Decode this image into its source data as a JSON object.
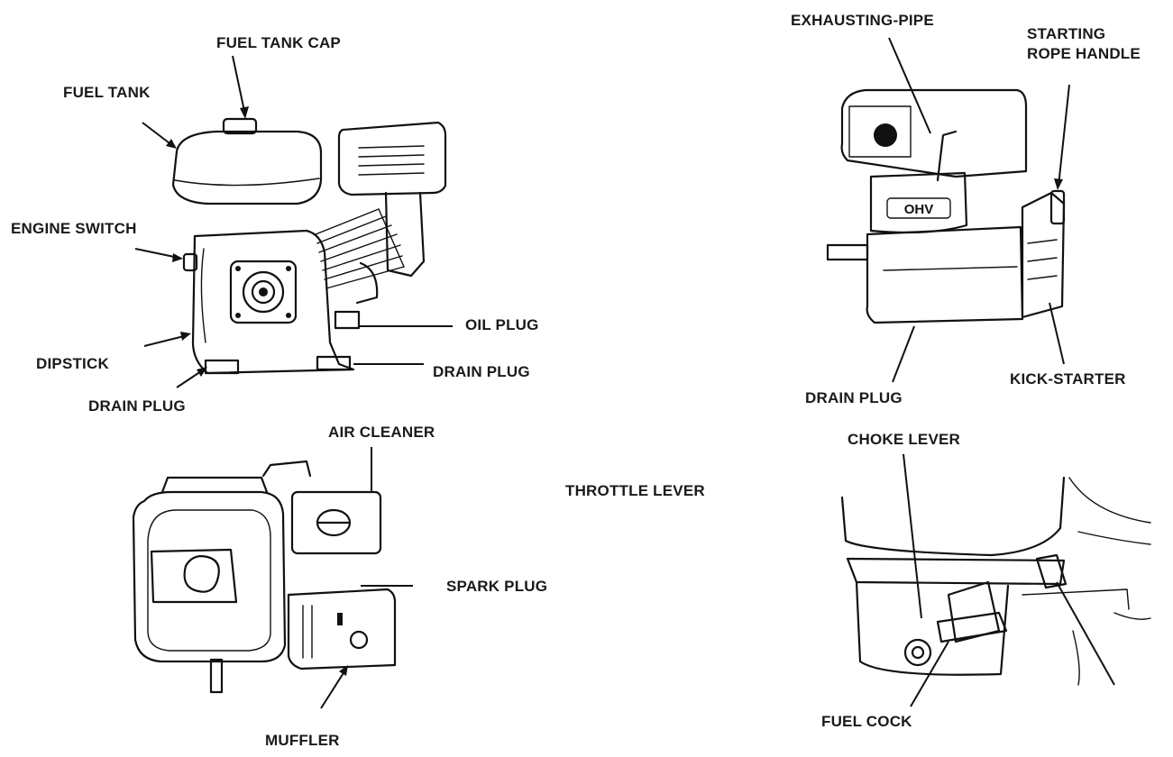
{
  "labels": {
    "fuel_tank_cap": "FUEL TANK CAP",
    "fuel_tank": "FUEL TANK",
    "engine_switch": "ENGINE SWITCH",
    "dipstick": "DIPSTICK",
    "drain_plug_left": "DRAIN PLUG",
    "oil_plug": "OIL PLUG",
    "drain_plug_mid": "DRAIN PLUG",
    "exhausting_pipe": "EXHAUSTING-PIPE",
    "starting_rope_handle_1": "STARTING",
    "starting_rope_handle_2": "ROPE HANDLE",
    "drain_plug_right": "DRAIN PLUG",
    "kick_starter": "KICK-STARTER",
    "air_cleaner": "AIR CLEANER",
    "throttle_lever": "THROTTLE LEVER",
    "spark_plug": "SPARK PLUG",
    "muffler": "MUFFLER",
    "choke_lever": "CHOKE LEVER",
    "fuel_cock": "FUEL COCK",
    "ohv_badge": "OHV"
  }
}
